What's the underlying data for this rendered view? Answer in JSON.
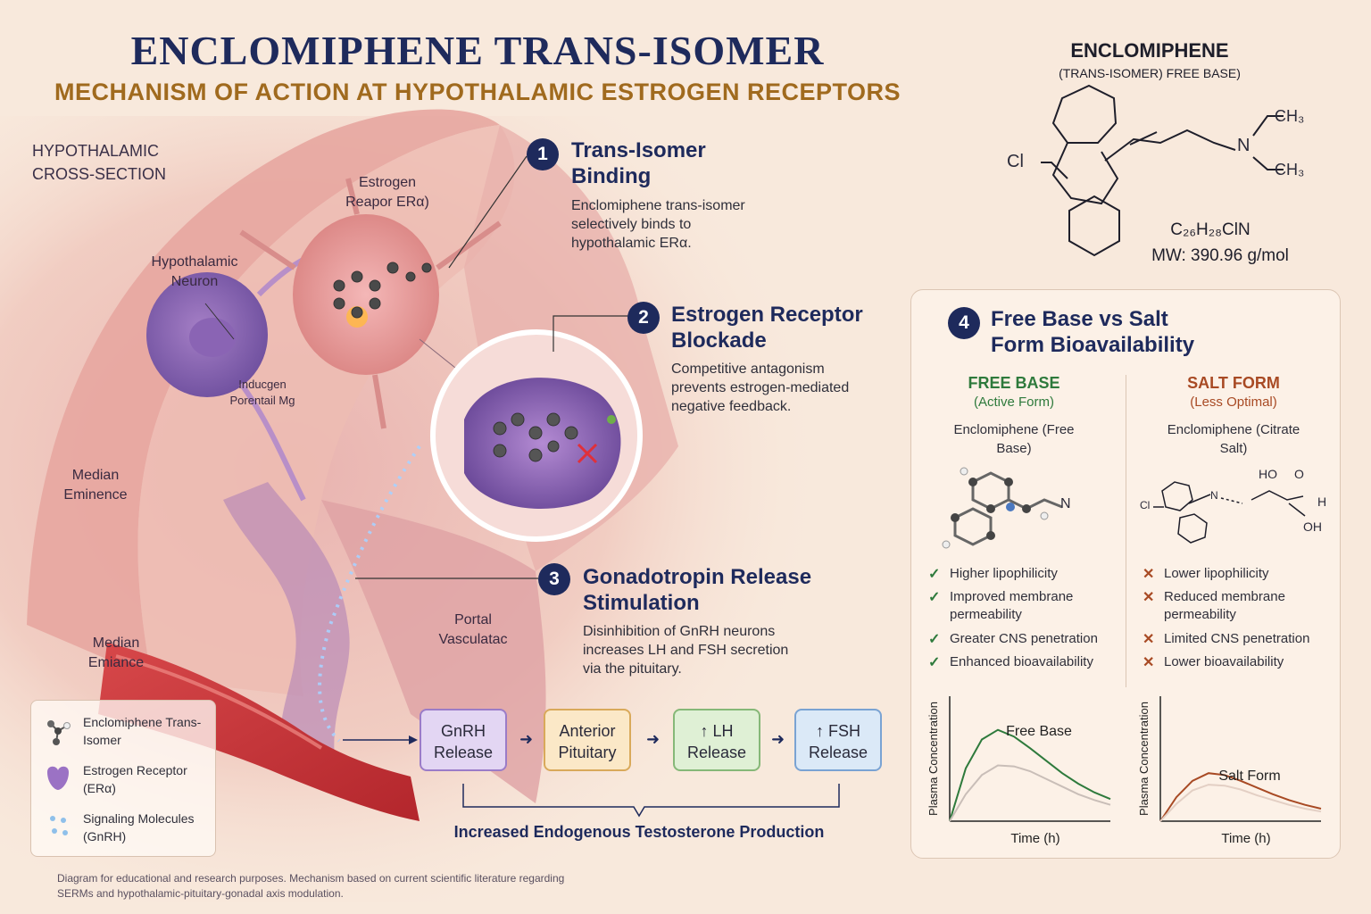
{
  "header": {
    "title": "ENCLOMIPHENE TRANS-ISOMER",
    "subtitle": "MECHANISM OF ACTION AT HYPOTHALAMIC ESTROGEN RECEPTORS"
  },
  "illustration": {
    "section_label": "HYPOTHALAMIC CROSS-SECTION",
    "labels": {
      "estrogen_receptor": "Estrogen Reapor ERα)",
      "hypothalamic_neuron": "Hypothalamic Neuron",
      "garbled_label": "Inducgen Porentail Mg",
      "median_eminence_1": "Median Eminence",
      "median_eminence_2": "Median Emiance",
      "portal_vasculature": "Portal Vasculatac"
    }
  },
  "steps": [
    {
      "num": "1",
      "title": "Trans-Isomer Binding",
      "text": "Enclomiphene trans-isomer selectively binds to hypothalamic ERα."
    },
    {
      "num": "2",
      "title": "Estrogen Receptor Blockade",
      "text": "Competitive antagonism prevents estrogen-mediated negative feedback."
    },
    {
      "num": "3",
      "title": "Gonadotropin Release Stimulation",
      "text": "Disinhibition of GnRH neurons increases LH and FSH secretion via the pituitary."
    }
  ],
  "flow": {
    "boxes": [
      {
        "label": "GnRH Release",
        "fill": "#e3d6f3",
        "border": "#9b7cc8"
      },
      {
        "label": "Anterior Pituitary",
        "fill": "#fbe8c7",
        "border": "#d9a95a"
      },
      {
        "label": "↑ LH Release",
        "fill": "#dff0d5",
        "border": "#86b878"
      },
      {
        "label": "↑ FSH Release",
        "fill": "#dbe9f7",
        "border": "#7aa3d3"
      }
    ],
    "outcome": "Increased Endogenous Testosterone Production"
  },
  "legend": {
    "items": [
      {
        "label": "Enclomiphene Trans-Isomer",
        "icon": "molecule-icon"
      },
      {
        "label": "Estrogen Receptor (ERα)",
        "icon": "receptor-icon"
      },
      {
        "label": "Signaling Molecules (GnRH)",
        "icon": "signaling-icon"
      }
    ]
  },
  "footnote": "Diagram for educational and research purposes. Mechanism based on current scientific literature regarding SERMs and hypothalamic-pituitary-gonadal axis modulation.",
  "molecule": {
    "title": "ENCLOMIPHENE",
    "subtitle": "(TRANS-ISOMER) FREE BASE)",
    "formula": "C₂₆H₂₈ClN",
    "mw": "MW: 390.96 g/mol",
    "atoms": {
      "cl": "Cl",
      "n": "N",
      "ch3_top": "CH₃",
      "ch3_bottom": "CH₃"
    }
  },
  "comparison": {
    "num": "4",
    "title": "Free Base vs Salt Form Bioavailability",
    "free_base": {
      "head": "FREE BASE",
      "sub": "(Active Form)",
      "name": "Enclomiphene (Free Base)",
      "atom_n": "N",
      "items": [
        "Higher lipophilicity",
        "Improved membrane permeability",
        "Greater CNS penetration",
        "Enhanced bioavailability"
      ],
      "chart_data": {
        "type": "line",
        "title": "Free Base",
        "xlabel": "Time (h)",
        "ylabel": "Plasma Concentration",
        "x": [
          0,
          1,
          2,
          3,
          4,
          5,
          6,
          7,
          8,
          9,
          10
        ],
        "series": [
          {
            "values": [
              0,
              55,
              85,
              95,
              88,
              76,
              63,
              50,
              39,
              30,
              23
            ],
            "color": "#2e7a3c"
          },
          {
            "values": [
              0,
              28,
              48,
              58,
              57,
              52,
              44,
              36,
              28,
              22,
              17
            ],
            "color": "#c9beb8"
          }
        ],
        "ylim": [
          0,
          130
        ],
        "grid": false
      }
    },
    "salt_form": {
      "head": "SALT FORM",
      "sub": "(Less Optimal)",
      "name": "Enclomiphene (Citrate Salt)",
      "atoms": {
        "ho": "HO",
        "o": "O",
        "cl": "Cl",
        "n": "N",
        "h": "H",
        "oh": "OH"
      },
      "items": [
        "Lower lipophilicity",
        "Reduced membrane permeability",
        "Limited CNS penetration",
        "Lower bioavailability"
      ],
      "chart_data": {
        "type": "line",
        "title": "Salt Form",
        "xlabel": "Time (h)",
        "ylabel": "Plasma Concentration",
        "x": [
          0,
          1,
          2,
          3,
          4,
          5,
          6,
          7,
          8,
          9,
          10
        ],
        "series": [
          {
            "values": [
              0,
              25,
              42,
              50,
              48,
              42,
              35,
              28,
              22,
              17,
              13
            ],
            "color": "#a84a24"
          },
          {
            "values": [
              0,
              18,
              32,
              38,
              37,
              33,
              27,
              22,
              17,
              13,
              10
            ],
            "color": "#e3cfc4"
          }
        ],
        "ylim": [
          0,
          130
        ],
        "grid": false
      }
    }
  },
  "colors": {
    "navy": "#1e2a5c",
    "gold": "#a06a1e",
    "green": "#2e7a3c",
    "rust": "#a84a24"
  }
}
